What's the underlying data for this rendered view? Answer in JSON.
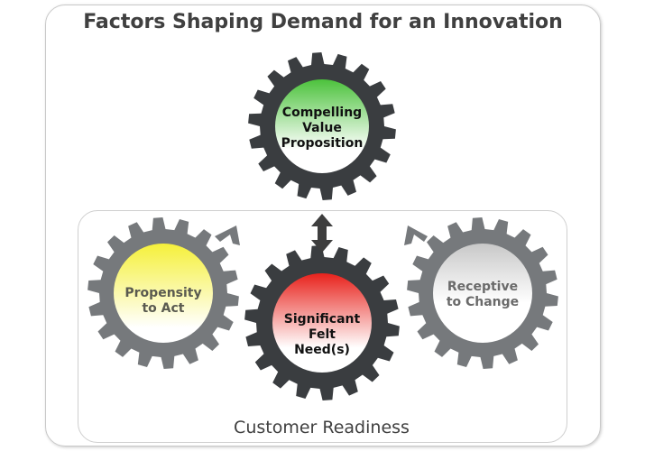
{
  "title": "Factors Shaping Demand for an Innovation",
  "group_label": "Customer Readiness",
  "gears": [
    {
      "label_lines": [
        "Compelling",
        "Value",
        "Proposition"
      ],
      "color": "#4cc23c",
      "gear_color": "#3a3d40"
    },
    {
      "label_lines": [
        "Propensity",
        "to Act"
      ],
      "color": "#f5f03a",
      "gear_color": "#76797c"
    },
    {
      "label_lines": [
        "Significant",
        "Felt",
        "Need(s)"
      ],
      "color": "#e8221c",
      "gear_color": "#3a3d40"
    },
    {
      "label_lines": [
        "Receptive",
        "to Change"
      ],
      "color": "#c8c8c8",
      "gear_color": "#76797c"
    }
  ]
}
